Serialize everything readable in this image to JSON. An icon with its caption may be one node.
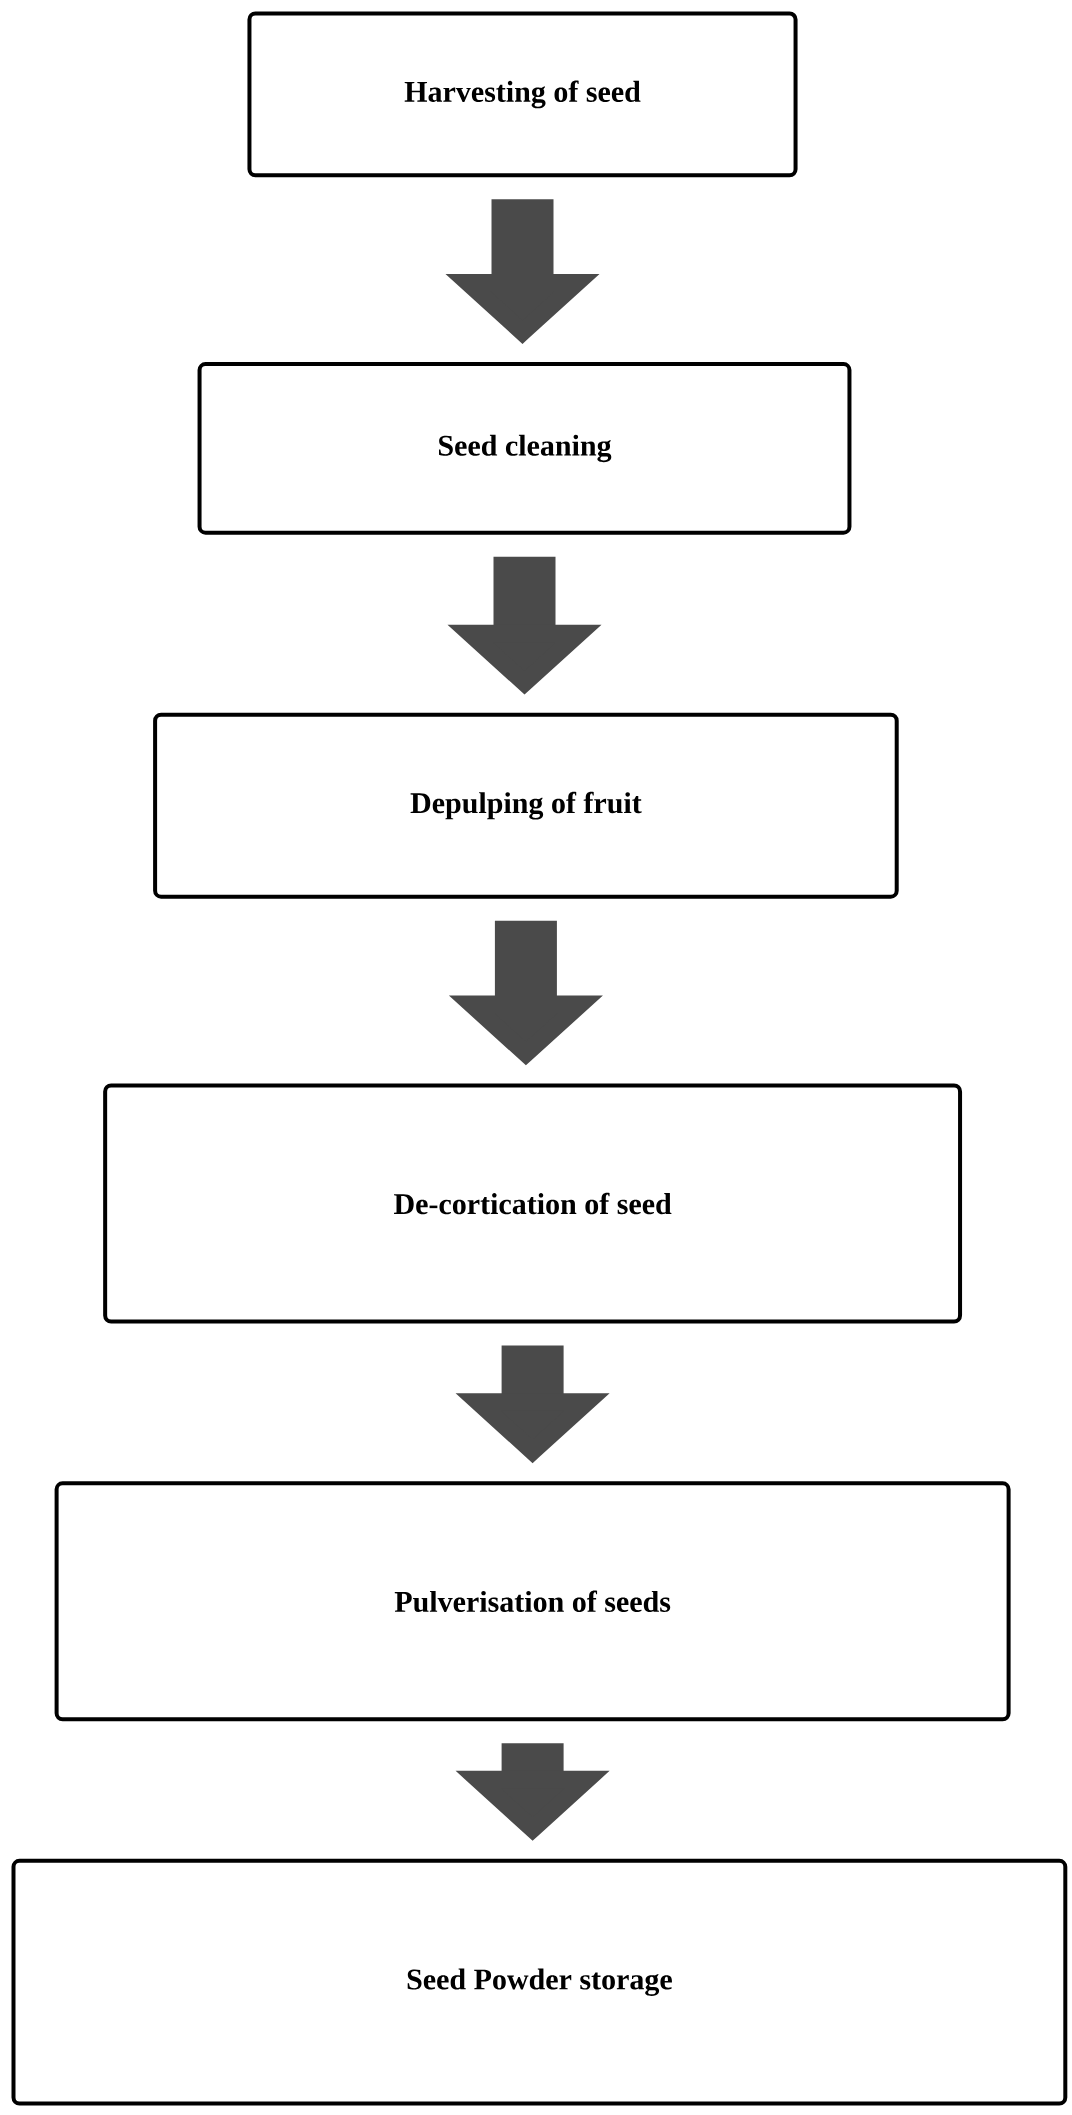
{
  "diagram": {
    "nodes": [
      {
        "text": [
          "Harvesting of seed"
        ]
      },
      {
        "text": [
          "Seed cleaning"
        ]
      },
      {
        "text": [
          "Depulping of fruit"
        ]
      },
      {
        "text": [
          "De-cortication of seed"
        ]
      },
      {
        "text": [
          "Pulverisation of seeds"
        ]
      },
      {
        "text": [
          "Seed Powder storage"
        ]
      }
    ],
    "edges": [
      {
        "from": 0,
        "to": 1,
        "arrow": "to"
      },
      {
        "from": 1,
        "to": 2,
        "arrow": "to"
      },
      {
        "from": 2,
        "to": 3,
        "arrow": "to"
      },
      {
        "from": 3,
        "to": 4,
        "arrow": "to"
      },
      {
        "from": 4,
        "to": 5,
        "arrow": "to"
      }
    ]
  }
}
